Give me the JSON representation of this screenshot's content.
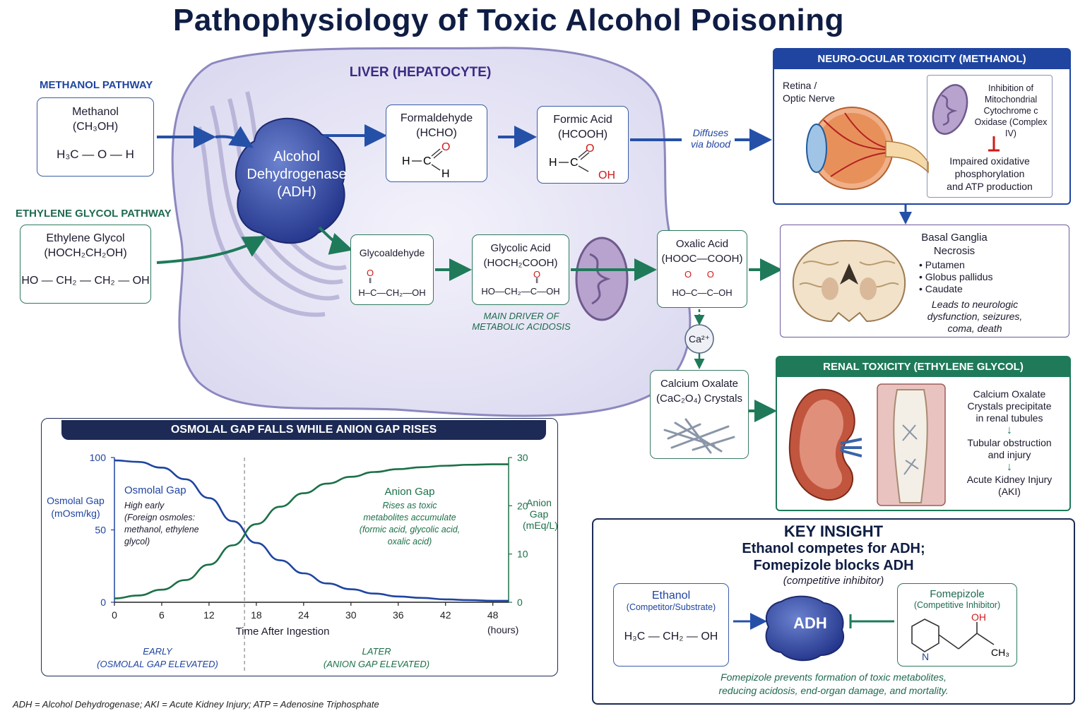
{
  "title": "Pathophysiology of Toxic Alcohol Poisoning",
  "liver": {
    "label": "LIVER (HEPATOCYTE)",
    "adh": [
      "Alcohol",
      "Dehydrogenase",
      "(ADH)"
    ]
  },
  "methanol_pathway": {
    "label": "METHANOL PATHWAY",
    "methanol": {
      "name": "Methanol",
      "formula": "(CH₃OH)",
      "structure": "H₃C — O — H"
    },
    "formaldehyde": {
      "name": "Formaldehyde",
      "formula": "(HCHO)"
    },
    "formic_acid": {
      "name": "Formic Acid",
      "formula": "(HCOOH)"
    },
    "diffuses": [
      "Diffuses",
      "via blood"
    ]
  },
  "eg_pathway": {
    "label": "ETHYLENE GLYCOL PATHWAY",
    "ethylene_glycol": {
      "name": "Ethylene Glycol",
      "formula": "(HOCH₂CH₂OH)",
      "structure": "HO — CH₂ — CH₂ — OH"
    },
    "glycoaldehyde": {
      "name": "Glycoaldehyde",
      "structure": "H–C—CH₂—OH"
    },
    "glycolic_acid": {
      "name": "Glycolic Acid",
      "formula": "(HOCH₂COOH)",
      "structure": "HO—CH₂—C—OH"
    },
    "main_driver": [
      "MAIN DRIVER OF",
      "METABOLIC ACIDOSIS"
    ],
    "oxalic_acid": {
      "name": "Oxalic Acid",
      "formula": "(HOOC—COOH)",
      "structure": "HO–C—C–OH"
    },
    "calcium": "Ca²⁺",
    "crystals": {
      "name": "Calcium Oxalate",
      "formula": "(CaC₂O₄) Crystals"
    }
  },
  "neuro_ocular": {
    "header": "NEURO-OCULAR TOXICITY (METHANOL)",
    "retina": [
      "Retina /",
      "Optic Nerve"
    ],
    "inhibition": [
      "Inhibition of",
      "Mitochondrial",
      "Cytochrome c",
      "Oxidase (Complex IV)"
    ],
    "impaired": [
      "Impaired oxidative",
      "phosphorylation",
      "and ATP production"
    ]
  },
  "basal_ganglia": {
    "title": [
      "Basal Ganglia",
      "Necrosis"
    ],
    "items": [
      "Putamen",
      "Globus pallidus",
      "Caudate"
    ],
    "leads": [
      "Leads to neurologic",
      "dysfunction, seizures,",
      "coma, death"
    ]
  },
  "renal": {
    "header": "RENAL TOXICITY (ETHYLENE GLYCOL)",
    "steps": [
      [
        "Calcium Oxalate",
        "Crystals precipitate",
        "in renal tubules"
      ],
      [
        "Tubular obstruction",
        "and injury"
      ],
      [
        "Acute Kidney Injury",
        "(AKI)"
      ]
    ]
  },
  "chart_data": {
    "type": "line",
    "title": "OSMOLAL GAP FALLS WHILE ANION GAP RISES",
    "xlabel": "Time After Ingestion",
    "xunit": "(hours)",
    "x_ticks": [
      0,
      6,
      12,
      18,
      24,
      30,
      36,
      42,
      48
    ],
    "xlim": [
      0,
      50
    ],
    "ylabel_left": [
      "Osmolal Gap",
      "(mOsm/kg)"
    ],
    "ylim_left": [
      0,
      100
    ],
    "yticks_left": [
      0,
      50,
      100
    ],
    "ylabel_right": [
      "Anion",
      "Gap",
      "(mEq/L)"
    ],
    "ylim_right": [
      0,
      30
    ],
    "yticks_right": [
      0,
      10,
      20,
      30
    ],
    "divider_x": 16.5,
    "series": [
      {
        "name": "Osmolal Gap",
        "axis": "left",
        "color": "#1f45a0",
        "x": [
          0,
          3,
          6,
          9,
          12,
          15,
          18,
          21,
          24,
          27,
          30,
          33,
          36,
          39,
          42,
          45,
          48,
          50
        ],
        "y": [
          98,
          97,
          93,
          85,
          72,
          56,
          41,
          29,
          20,
          13,
          9,
          6,
          4,
          3,
          2,
          1.5,
          1,
          1
        ]
      },
      {
        "name": "Anion Gap",
        "axis": "right",
        "color": "#1c7048",
        "x": [
          0,
          3,
          6,
          9,
          12,
          15,
          18,
          21,
          24,
          27,
          30,
          33,
          36,
          39,
          42,
          45,
          48,
          50
        ],
        "y": [
          0.8,
          1.4,
          2.6,
          4.6,
          7.8,
          11.8,
          16.2,
          19.8,
          22.6,
          24.6,
          26.0,
          27.0,
          27.6,
          28.0,
          28.3,
          28.5,
          28.6,
          28.6
        ]
      }
    ],
    "annotations": {
      "osmolal": {
        "title": "Osmolal Gap",
        "text": [
          "High early",
          "(Foreign osmoles:",
          "methanol, ethylene",
          "glycol)"
        ]
      },
      "anion": {
        "title": "Anion Gap",
        "text": [
          "Rises as toxic",
          "metabolites accumulate",
          "(formic acid, glycolic acid,",
          "oxalic acid)"
        ]
      },
      "early": [
        "EARLY",
        "(OSMOLAL GAP ELEVATED)"
      ],
      "later": [
        "LATER",
        "(ANION GAP ELEVATED)"
      ]
    }
  },
  "key_insight": {
    "title": "KEY INSIGHT",
    "line1": "Ethanol competes for ADH;",
    "line2": "Fomepizole blocks ADH",
    "sub": "(competitive inhibitor)",
    "ethanol": {
      "name": "Ethanol",
      "role": "(Competitor/Substrate)",
      "structure": "H₃C — CH₂ — OH"
    },
    "adh": "ADH",
    "fomepizole": {
      "name": "Fomepizole",
      "role": "(Competitive Inhibitor)"
    },
    "footer": [
      "Fomepizole prevents formation of toxic metabolites,",
      "reducing acidosis, end-organ damage, and mortality."
    ]
  },
  "footnote": "ADH = Alcohol Dehydrogenase; AKI = Acute Kidney Injury; ATP = Adenosine Triphosphate"
}
